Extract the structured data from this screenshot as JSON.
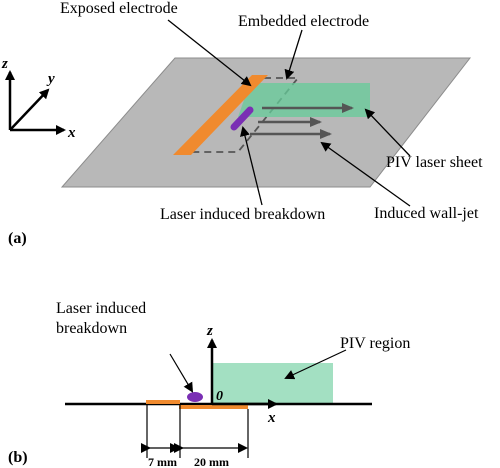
{
  "panel_a": {
    "panel_label": "(a)",
    "axes": {
      "z": "z",
      "y": "y",
      "x": "x"
    },
    "labels": {
      "exposed_electrode": "Exposed electrode",
      "embedded_electrode": "Embedded electrode",
      "piv_laser_sheet": "PIV laser sheet",
      "laser_induced_breakdown": "Laser induced breakdown",
      "induced_wall_jet": "Induced wall-jet"
    }
  },
  "panel_b": {
    "panel_label": "(b)",
    "laser_induced_breakdown_line1": "Laser induced",
    "laser_induced_breakdown_line2": "breakdown",
    "piv_region": "PIV region",
    "axis_z": "z",
    "axis_x": "x",
    "origin": "0",
    "dim_exposed": "7 mm",
    "dim_embedded": "20 mm"
  },
  "colors": {
    "plate": "#b8b8b8",
    "plate_edge": "#8c8c8c",
    "electrode": "#f08a2e",
    "sheet": "#66cc99",
    "breakdown": "#7a2fb4",
    "arrow_gray": "#555555"
  }
}
